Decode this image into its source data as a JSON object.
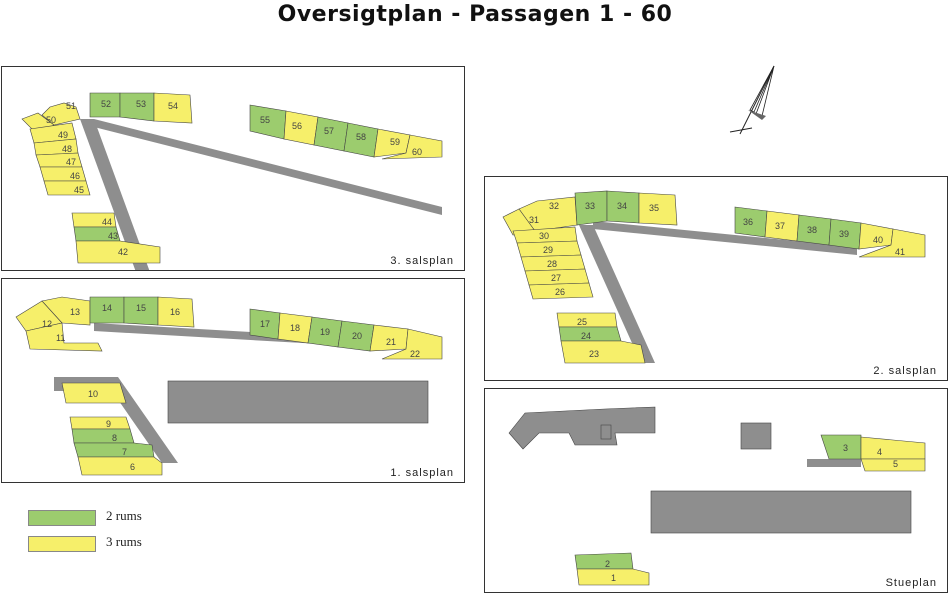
{
  "title": "Oversigtplan - Passagen 1 - 60",
  "colors": {
    "green": "#9ccc6e",
    "yellow": "#f6ef6a",
    "gray": "#8e8e8e",
    "outline": "#444444"
  },
  "legend": [
    {
      "label": "2 rums",
      "color": "#9ccc6e"
    },
    {
      "label": "3 rums",
      "color": "#f6ef6a"
    }
  ],
  "floors": {
    "floor3": {
      "caption": "3. salsplan",
      "units": [
        "42",
        "43",
        "44",
        "45",
        "46",
        "47",
        "48",
        "49",
        "50",
        "51",
        "52",
        "53",
        "54",
        "55",
        "56",
        "57",
        "58",
        "59",
        "60"
      ]
    },
    "floor2": {
      "caption": "2. salsplan",
      "units": [
        "23",
        "24",
        "25",
        "26",
        "27",
        "28",
        "29",
        "30",
        "31",
        "32",
        "33",
        "34",
        "35",
        "36",
        "37",
        "38",
        "39",
        "40",
        "41"
      ]
    },
    "floor1": {
      "caption": "1. salsplan",
      "units": [
        "6",
        "7",
        "8",
        "9",
        "10",
        "11",
        "12",
        "13",
        "14",
        "15",
        "16",
        "17",
        "18",
        "19",
        "20",
        "21",
        "22"
      ]
    },
    "ground": {
      "caption": "Stueplan",
      "units": [
        "1",
        "2",
        "3",
        "4",
        "5"
      ]
    }
  },
  "compass_icon": "north-arrow-icon"
}
